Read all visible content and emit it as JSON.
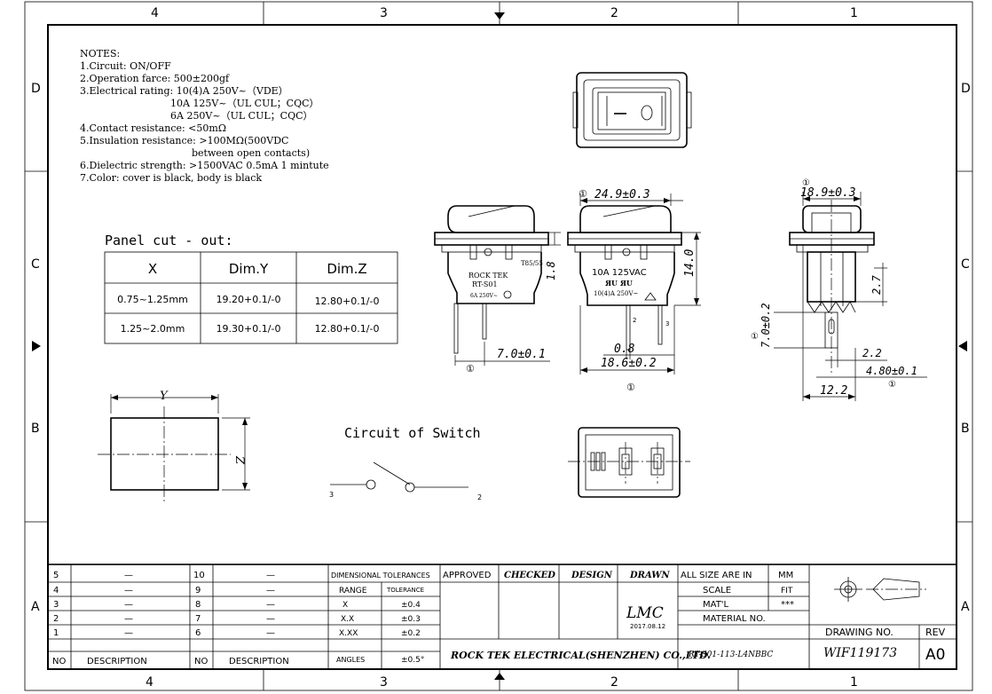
{
  "border": {
    "columns_top": [
      "4",
      "3",
      "2",
      "1"
    ],
    "columns_bottom": [
      "4",
      "3",
      "2",
      "1"
    ],
    "rows_left": [
      "D",
      "C",
      "B",
      "A"
    ],
    "rows_right": [
      "D",
      "C",
      "B",
      "A"
    ]
  },
  "notes": {
    "heading": "NOTES:",
    "lines": [
      "1.Circuit: ON/OFF",
      "2.Operation farce: 500±200gf",
      "3.Electrical rating: 10(4)A  250V~（VDE）",
      "10A 125V~（UL CUL；CQC）",
      "6A  250V~（UL CUL；CQC）",
      "4.Contact resistance: <50mΩ",
      "5.Insulation resistance: >100MΩ(500VDC",
      "between open contacts)",
      "6.Dielectric strength: >1500VAC  0.5mA 1 mintute",
      "7.Color: cover is black, body is black"
    ]
  },
  "panel_cutout": {
    "title": "Panel cut - out:",
    "headers": [
      "X",
      "Dim.Y",
      "Dim.Z"
    ],
    "rows": [
      [
        "0.75~1.25mm",
        "19.20+0.1/-0",
        "12.80+0.1/-0"
      ],
      [
        "1.25~2.0mm",
        "19.30+0.1/-0",
        "12.80+0.1/-0"
      ]
    ],
    "label_y": "Y",
    "label_z": "Z"
  },
  "circuit": {
    "title": "Circuit  of  Switch",
    "terminal_left": "3",
    "terminal_right": "2"
  },
  "side_view": {
    "brand": "ROCK TEK",
    "model": "RT-S01",
    "rating": "6A 250V~",
    "code": "T85/55",
    "dim_height": "1.8",
    "dim_pin_spacing": "7.0±0.1",
    "balloon": "①"
  },
  "front_view": {
    "dim_width": "24.9±0.3",
    "dim_height": "14.0",
    "label_rating1": "10A  125VAC",
    "label_cert": "ЯU ЯU",
    "label_rating2": "10(4)A 250V~",
    "pin2": "2",
    "pin3": "3",
    "dim_small": "0.8",
    "dim_body": "18.6±0.2",
    "balloon_top": "①",
    "balloon_bottom": "①"
  },
  "right_view": {
    "dim_width": "18.9±0.3",
    "dim_27": "2.7",
    "dim_70": "7.0±0.2",
    "dim_22": "2.2",
    "dim_480": "4.80±0.1",
    "dim_122": "12.2",
    "balloon": "①"
  },
  "title_block": {
    "rev_rows": [
      {
        "no": "5",
        "desc": "—",
        "no2": "10",
        "desc2": "—"
      },
      {
        "no": "4",
        "desc": "—",
        "no2": "9",
        "desc2": "—"
      },
      {
        "no": "3",
        "desc": "—",
        "no2": "8",
        "desc2": "—"
      },
      {
        "no": "2",
        "desc": "—",
        "no2": "7",
        "desc2": "—"
      },
      {
        "no": "1",
        "desc": "—",
        "no2": "6",
        "desc2": "—"
      }
    ],
    "col_no": "NO",
    "col_desc": "DESCRIPTION",
    "dim_tol": "DIMENSIONAL TOLERANCES",
    "range": "RANGE",
    "tolerance": "TOLERANCE",
    "tol_rows": [
      [
        "X",
        "±0.4"
      ],
      [
        "X.X",
        "±0.3"
      ],
      [
        "X.XX",
        "±0.2"
      ],
      [
        "ANGLES",
        "±0.5°"
      ]
    ],
    "approved": "APPROVED",
    "checked": "CHECKED",
    "design": "DESIGN",
    "drawn": "DRAWN",
    "drawn_by": "LMC",
    "drawn_date": "2017.08.12",
    "company": "ROCK TEK ELECTRICAL(SHENZHEN) CO.,LTD.",
    "all_size": "ALL SIZE ARE IN",
    "units": "MM",
    "scale": "SCALE",
    "scale_val": "FIT",
    "matl": "MAT'L",
    "matl_val": "***",
    "material_no": "MATERIAL  NO.",
    "part_no": "RT-S01-113-L4NBBC",
    "drawing_no_label": "DRAWING NO.",
    "rev_label": "REV",
    "drawing_no": "WIF119173",
    "rev": "A0"
  }
}
